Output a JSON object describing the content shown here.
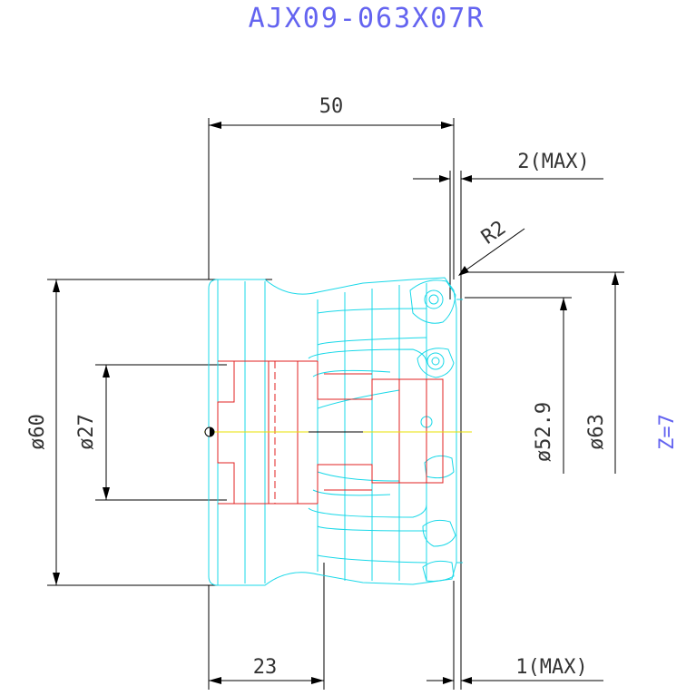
{
  "title": "AJX09-063X07R",
  "dimensions": {
    "length": "50",
    "max_top": "2(MAX)",
    "radius": "R2",
    "d60": "ø60",
    "d27": "ø27",
    "d529": "ø52.9",
    "d63": "ø63",
    "bottom_len": "23",
    "max_bottom": "1(MAX)"
  },
  "teeth": "Z=7"
}
